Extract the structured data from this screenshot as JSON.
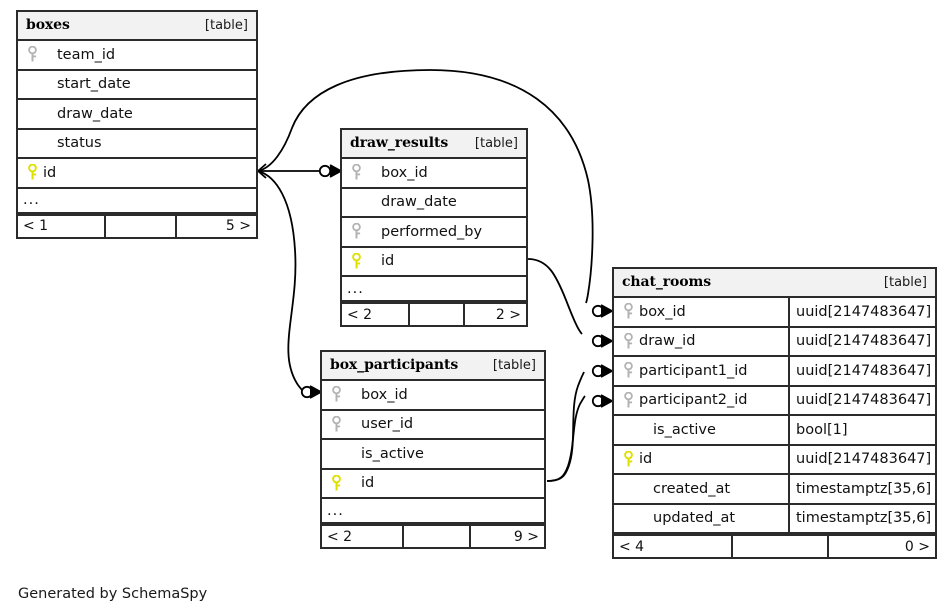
{
  "diagram": {
    "credit": "Generated by SchemaSpy",
    "table_tag": "[table]",
    "ellipsis": "...",
    "colors": {
      "pk_key": "#e8e800",
      "fk_key": "#b3b3b3",
      "border": "#2b2b2b",
      "header_bg": "#f2f2f2",
      "background": "#ffffff"
    }
  },
  "tables": [
    {
      "id": "boxes",
      "name": "boxes",
      "tag": "[table]",
      "show_types": false,
      "columns": [
        {
          "name": "team_id",
          "key": "fk"
        },
        {
          "name": "start_date",
          "key": "none"
        },
        {
          "name": "draw_date",
          "key": "none"
        },
        {
          "name": "status",
          "key": "none"
        },
        {
          "name": "id",
          "key": "pk"
        }
      ],
      "more": "...",
      "footer": {
        "left": "< 1",
        "middle": "",
        "right": "5 >"
      }
    },
    {
      "id": "draw_results",
      "name": "draw_results",
      "tag": "[table]",
      "show_types": false,
      "columns": [
        {
          "name": "box_id",
          "key": "fk"
        },
        {
          "name": "draw_date",
          "key": "none"
        },
        {
          "name": "performed_by",
          "key": "fk"
        },
        {
          "name": "id",
          "key": "pk"
        }
      ],
      "more": "...",
      "footer": {
        "left": "< 2",
        "middle": "",
        "right": "2 >"
      }
    },
    {
      "id": "box_participants",
      "name": "box_participants",
      "tag": "[table]",
      "show_types": false,
      "columns": [
        {
          "name": "box_id",
          "key": "fk"
        },
        {
          "name": "user_id",
          "key": "fk"
        },
        {
          "name": "is_active",
          "key": "none"
        },
        {
          "name": "id",
          "key": "pk"
        }
      ],
      "more": "...",
      "footer": {
        "left": "< 2",
        "middle": "",
        "right": "9 >"
      }
    },
    {
      "id": "chat_rooms",
      "name": "chat_rooms",
      "tag": "[table]",
      "show_types": true,
      "columns": [
        {
          "name": "box_id",
          "key": "fk",
          "type": "uuid[2147483647]"
        },
        {
          "name": "draw_id",
          "key": "fk",
          "type": "uuid[2147483647]"
        },
        {
          "name": "participant1_id",
          "key": "fk",
          "type": "uuid[2147483647]"
        },
        {
          "name": "participant2_id",
          "key": "fk",
          "type": "uuid[2147483647]"
        },
        {
          "name": "is_active",
          "key": "none",
          "type": "bool[1]"
        },
        {
          "name": "id",
          "key": "pk",
          "type": "uuid[2147483647]"
        },
        {
          "name": "created_at",
          "key": "none",
          "type": "timestamptz[35,6]"
        },
        {
          "name": "updated_at",
          "key": "none",
          "type": "timestamptz[35,6]"
        }
      ],
      "footer": {
        "left": "< 4",
        "middle": "",
        "right": "0 >"
      }
    }
  ],
  "relationships": [
    {
      "from": "boxes.id",
      "to": "draw_results.box_id"
    },
    {
      "from": "boxes.id",
      "to": "box_participants.box_id"
    },
    {
      "from": "boxes.id",
      "to": "chat_rooms.box_id"
    },
    {
      "from": "draw_results.id",
      "to": "chat_rooms.draw_id"
    },
    {
      "from": "box_participants.id",
      "to": "chat_rooms.participant1_id"
    },
    {
      "from": "box_participants.id",
      "to": "chat_rooms.participant2_id"
    }
  ]
}
